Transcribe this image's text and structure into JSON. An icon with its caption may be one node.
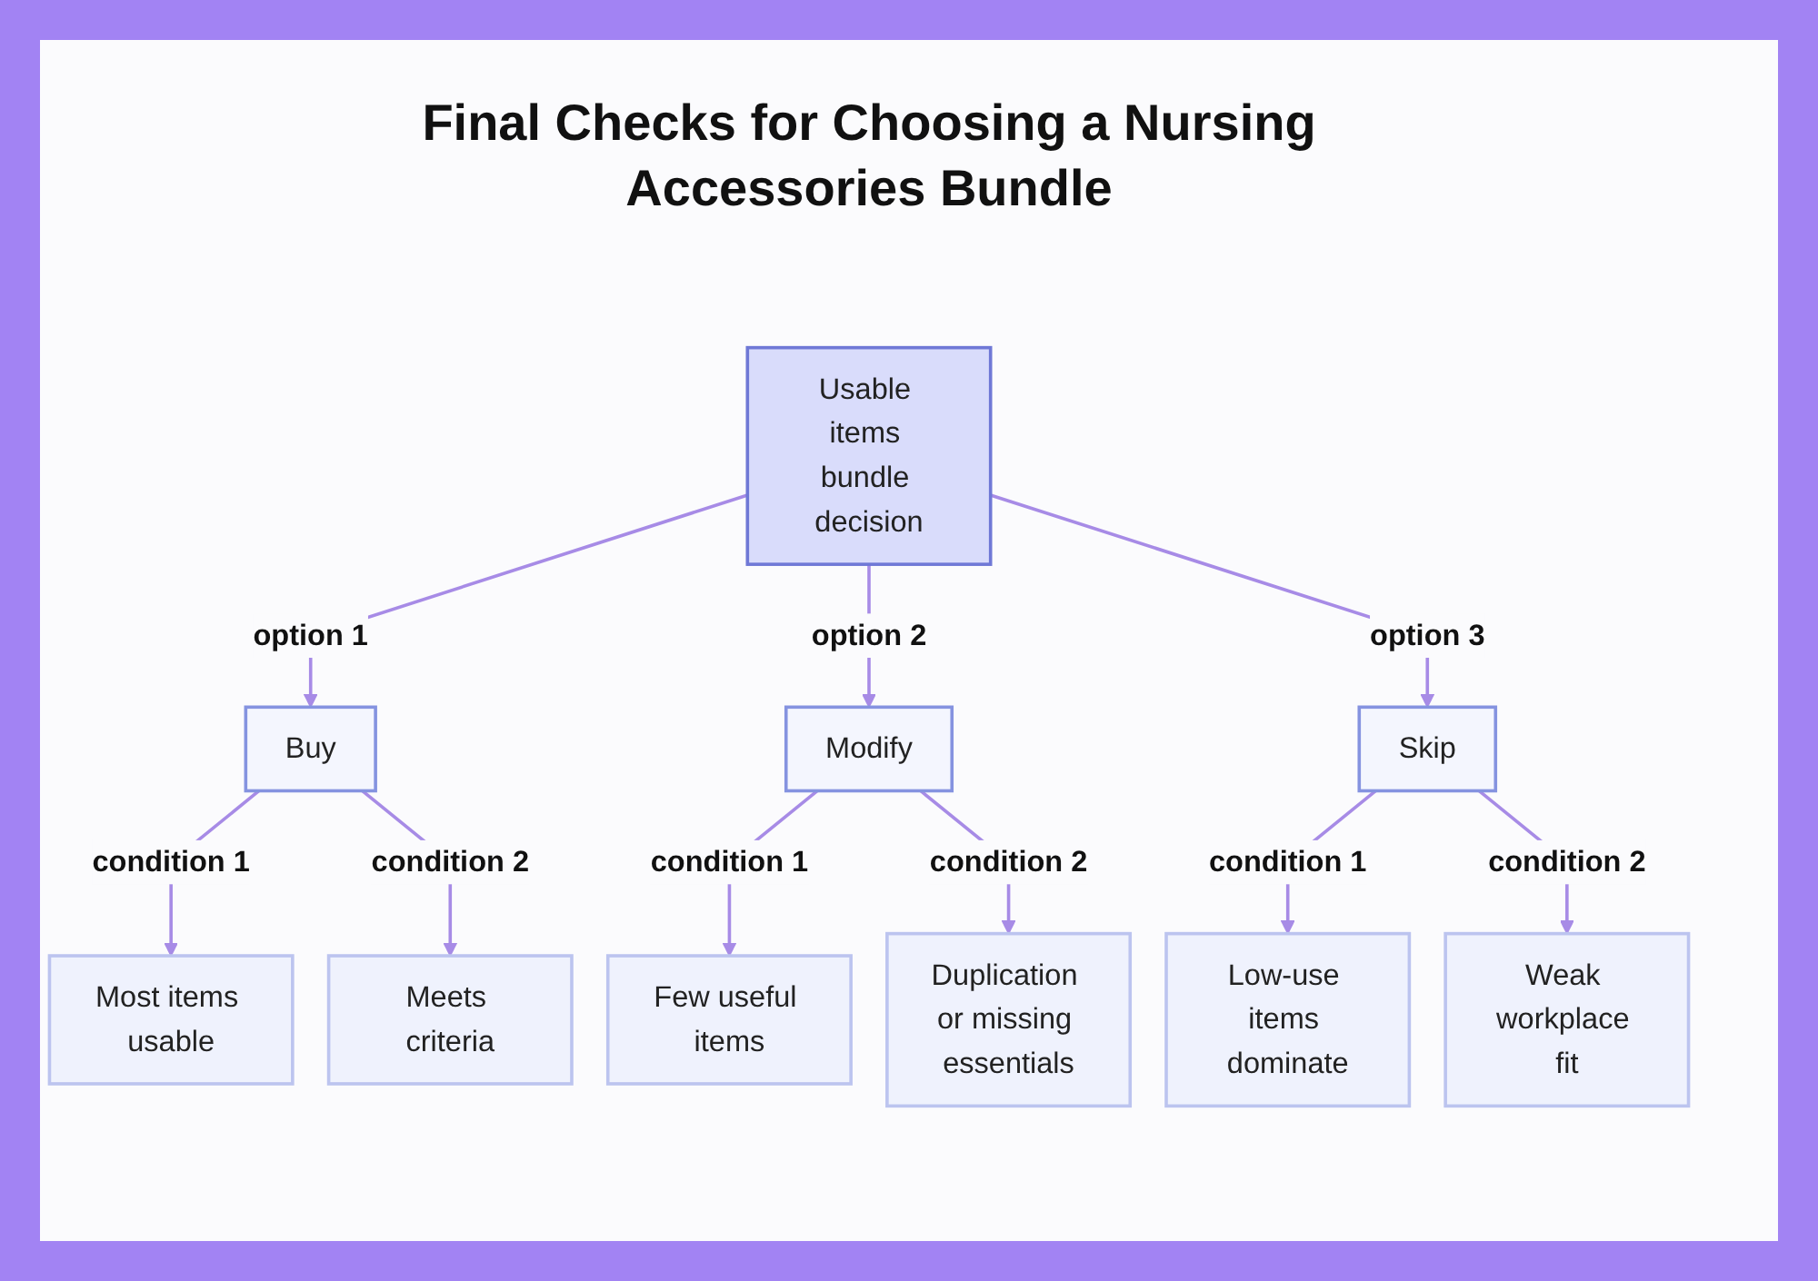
{
  "diagram": {
    "title": "Final Checks for Choosing a Nursing Accessories Bundle",
    "nodes": [
      {
        "text": [
          "Usable items bundle decision"
        ]
      },
      {
        "text": [
          "Buy"
        ]
      },
      {
        "text": [
          "Modify"
        ]
      },
      {
        "text": [
          "Skip"
        ]
      },
      {
        "text": [
          "Most items usable"
        ]
      },
      {
        "text": [
          "Meets criteria"
        ]
      },
      {
        "text": [
          "Few useful items"
        ]
      },
      {
        "text": [
          "Duplication or missing essentials"
        ]
      },
      {
        "text": [
          "Low-use items dominate"
        ]
      },
      {
        "text": [
          "Weak workplace fit"
        ]
      }
    ],
    "edges": [
      {
        "from": 0,
        "to": 1,
        "arrow": "to",
        "label": "option 1"
      },
      {
        "from": 0,
        "to": 2,
        "arrow": "to",
        "label": "option 2"
      },
      {
        "from": 0,
        "to": 3,
        "arrow": "to",
        "label": "option 3"
      },
      {
        "from": 1,
        "to": 4,
        "arrow": "to",
        "label": "condition 1"
      },
      {
        "from": 1,
        "to": 5,
        "arrow": "to",
        "label": "condition 2"
      },
      {
        "from": 2,
        "to": 6,
        "arrow": "to",
        "label": "condition 1"
      },
      {
        "from": 2,
        "to": 7,
        "arrow": "to",
        "label": "condition 2"
      },
      {
        "from": 3,
        "to": 8,
        "arrow": "to",
        "label": "condition 1"
      },
      {
        "from": 3,
        "to": 9,
        "arrow": "to",
        "label": "condition 2"
      }
    ]
  }
}
